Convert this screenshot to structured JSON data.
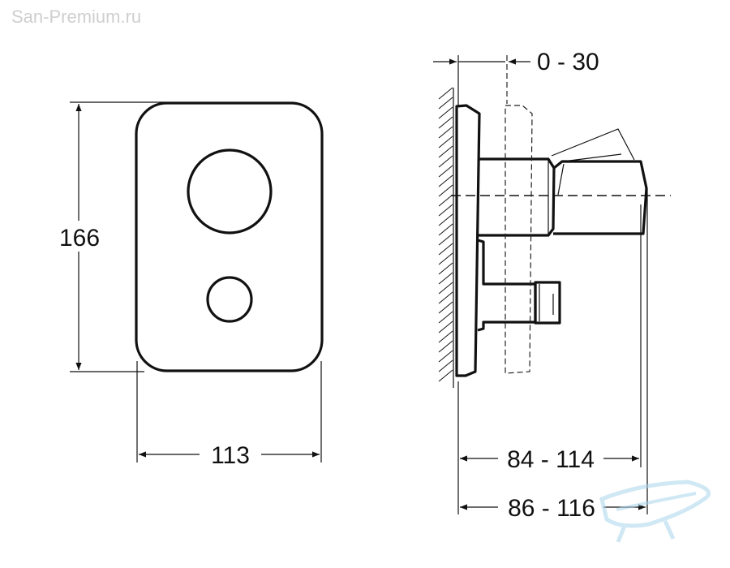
{
  "watermark": "San-Premium.ru",
  "dimensions": {
    "height": "166",
    "width": "113",
    "offset": "0 - 30",
    "depth_handle": "84 - 114",
    "depth_total": "86 - 116"
  },
  "colors": {
    "line": "#111111",
    "watermark": "#cfcfcf",
    "logo": "#a9d6ec"
  },
  "logo": {
    "icon": "bathtub-logo-icon"
  }
}
